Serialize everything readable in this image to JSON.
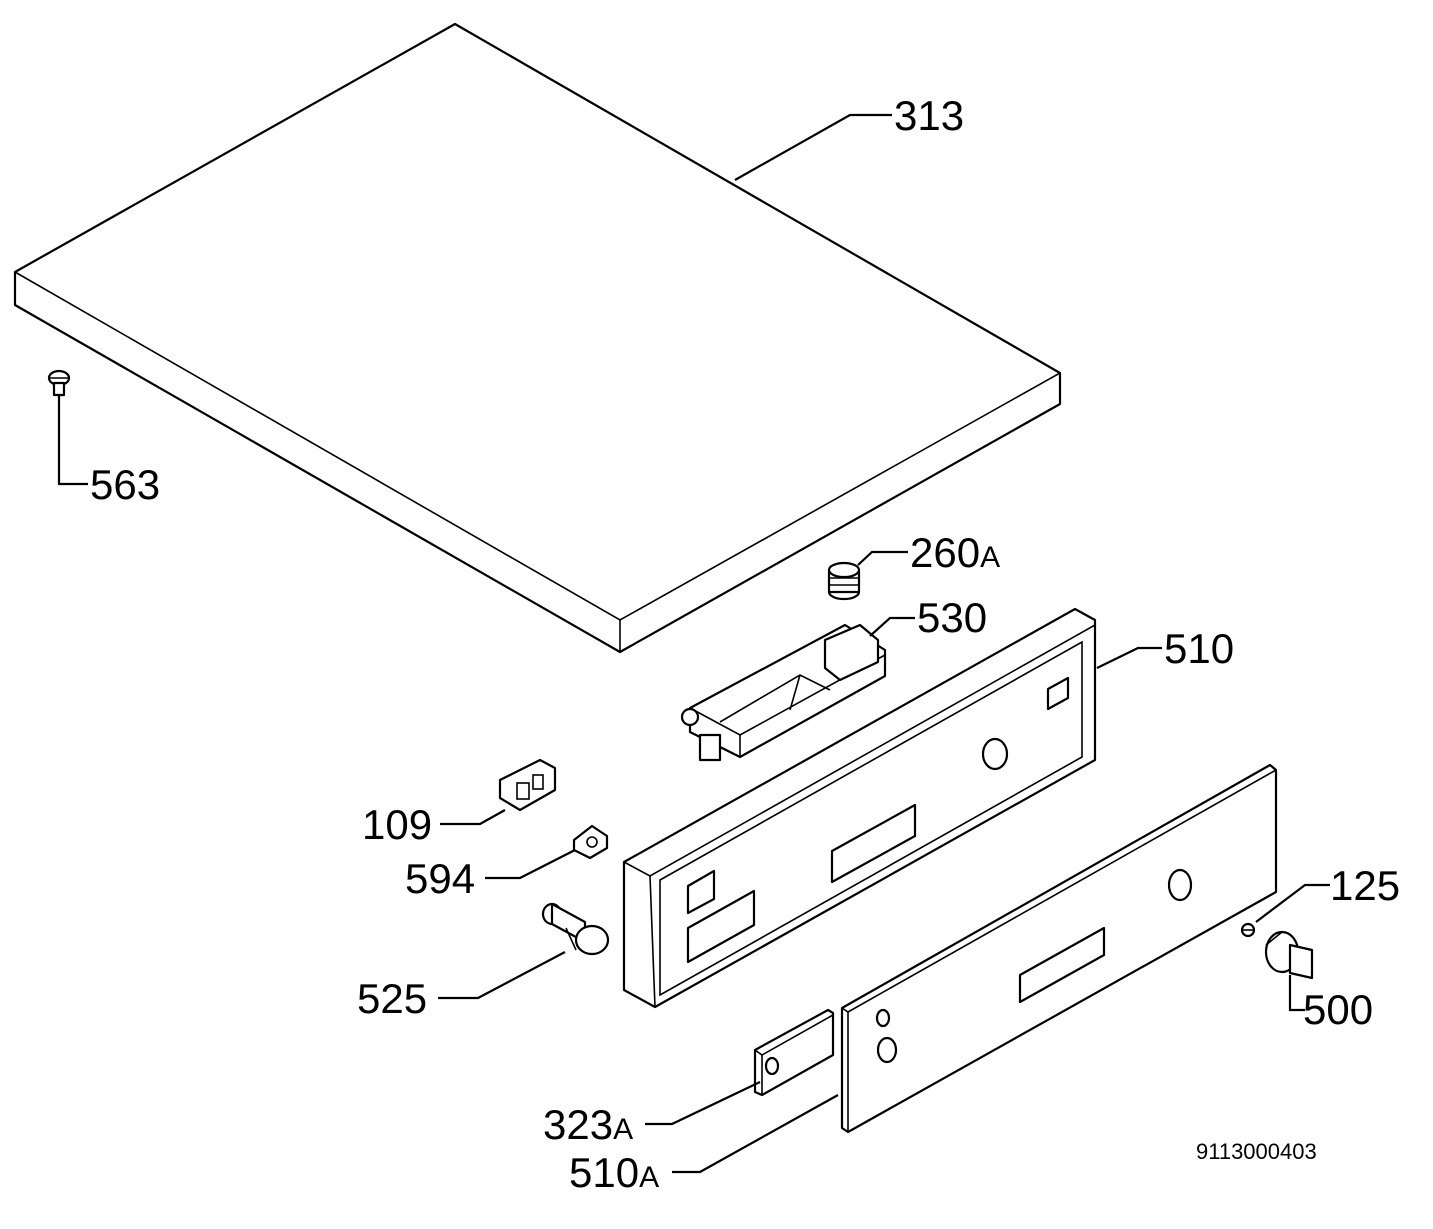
{
  "labels": {
    "l313": "313",
    "l563": "563",
    "l260a": "260",
    "l260a_suffix": "A",
    "l530": "530",
    "l510": "510",
    "l109": "109",
    "l594": "594",
    "l525": "525",
    "l125": "125",
    "l500": "500",
    "l323a": "323",
    "l323a_suffix": "A",
    "l510a": "510",
    "l510a_suffix": "A"
  },
  "drawing_code": "9113000403"
}
